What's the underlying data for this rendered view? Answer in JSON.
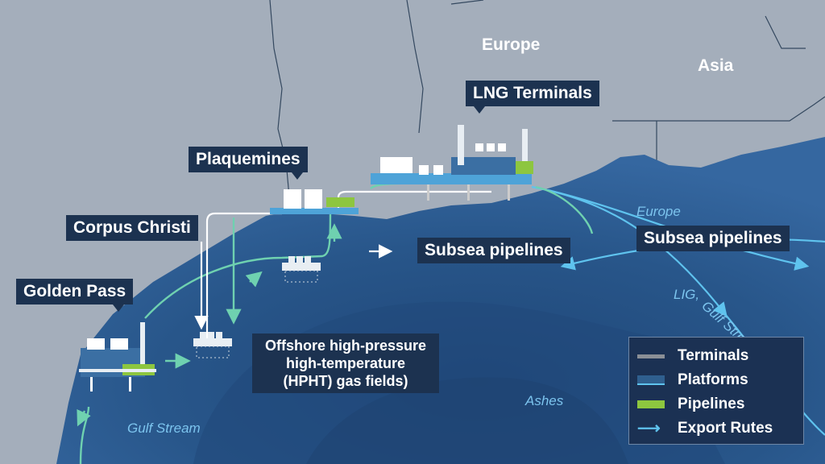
{
  "regions": {
    "europe": "Europe",
    "asia": "Asia"
  },
  "callouts": {
    "lng_terminals": "LNG Terminals",
    "plaquemines": "Plaquemines",
    "corpus_christi": "Corpus Christi",
    "golden_pass": "Golden Pass",
    "subsea_center": "Subsea pipelines",
    "subsea_right": "Subsea pipelines",
    "offshore_line1": "Offshore high-pressure",
    "offshore_line2": "high-temperature",
    "offshore_line3": "(HPHT) gas fields)"
  },
  "water_labels": {
    "europe": "Europe",
    "lig": "LIG,",
    "gulf_stream_diag": "Gulf Stream Rhala",
    "ashes": "Ashes",
    "gulf_stream": "Gulf Stream"
  },
  "legend": [
    {
      "label": "Terminals",
      "color": "#8a8f96"
    },
    {
      "label": "Platforms",
      "color": "#2f5f8e"
    },
    {
      "label": "Pipelines",
      "color": "#8dc63f"
    },
    {
      "label": "Export Rutes",
      "color": "#5fc3ee"
    }
  ],
  "colors": {
    "land": "#a4aebb",
    "ocean": "#2a5384",
    "label_bg": "#1c3250",
    "pipeline": "#6fd1b0",
    "route": "#5fc3ee"
  }
}
